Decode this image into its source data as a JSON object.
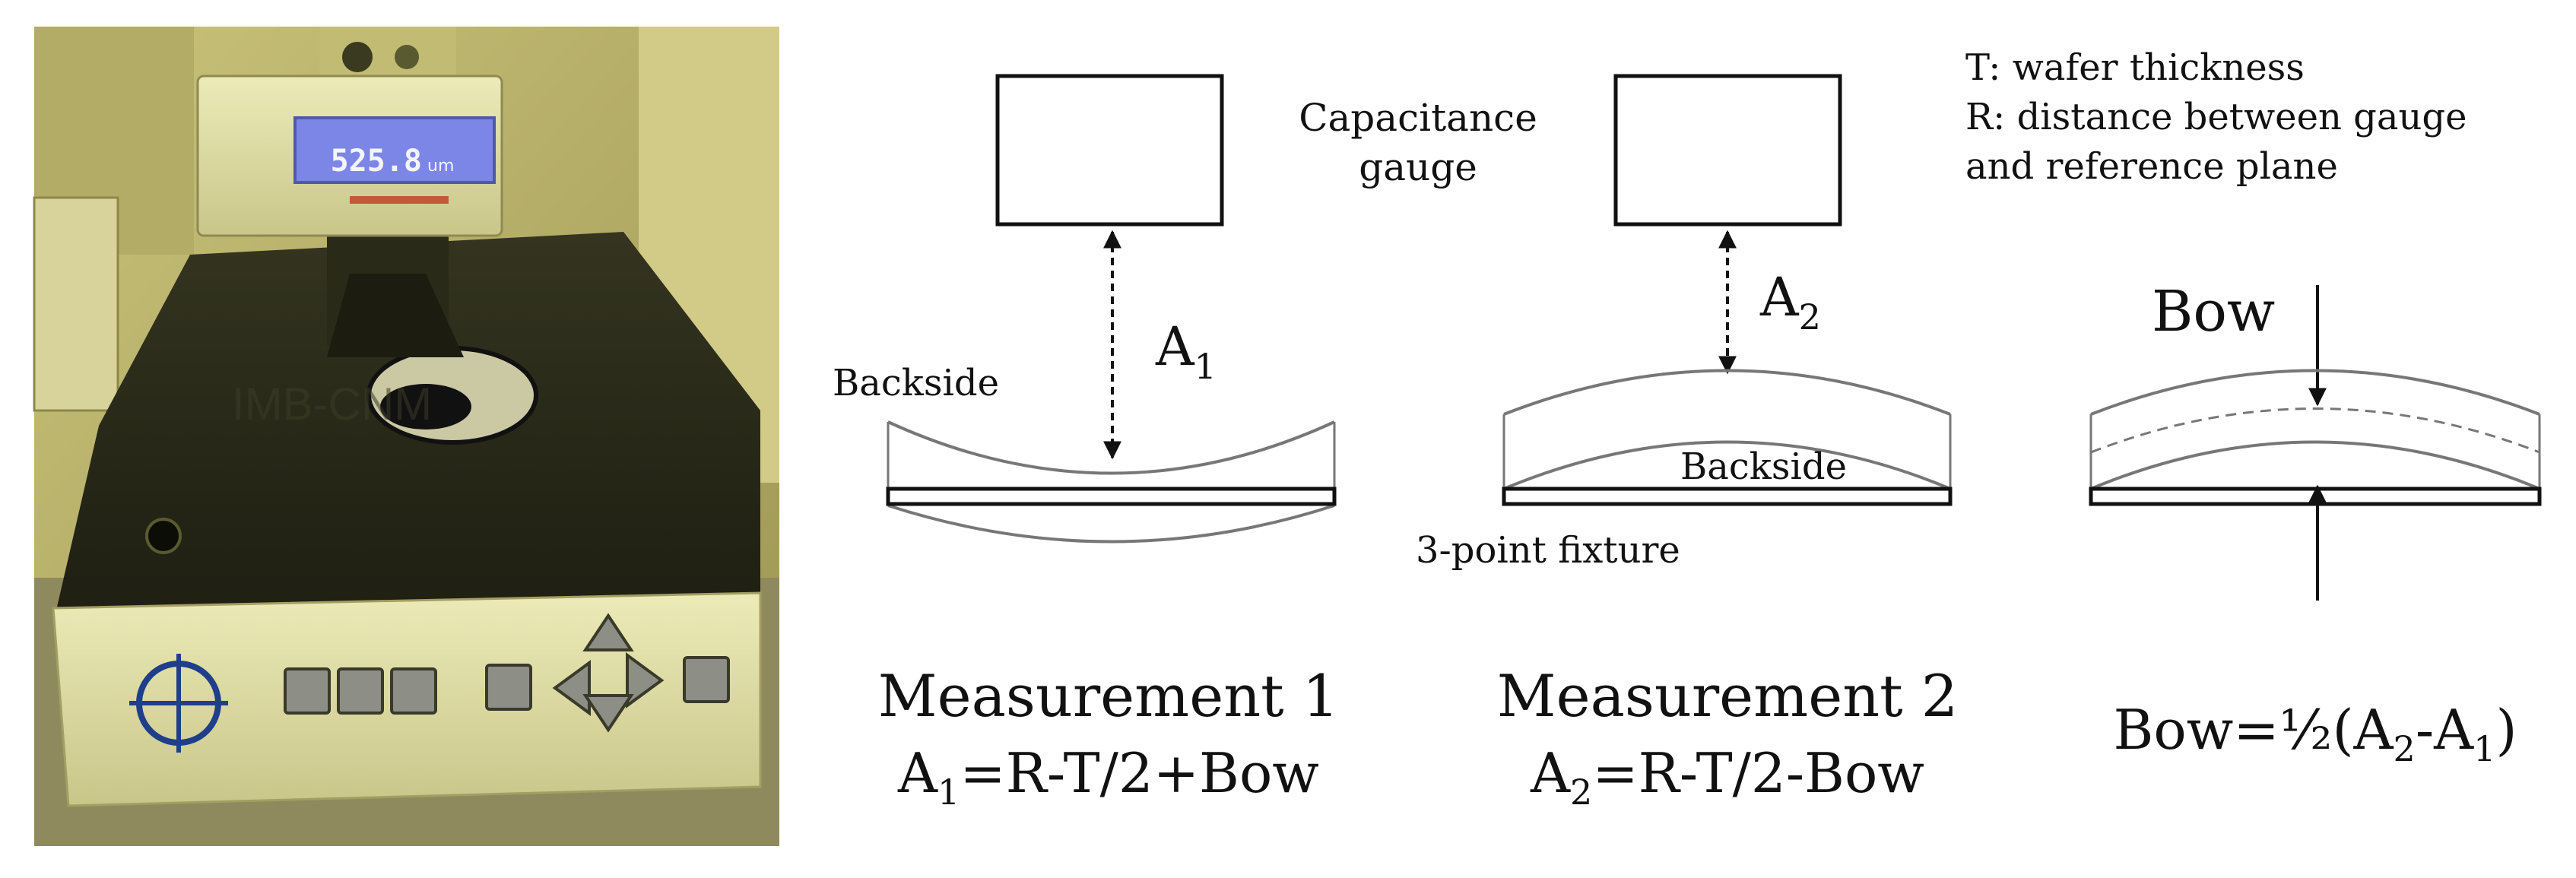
{
  "photo": {
    "lcd_reading": "525.8",
    "lcd_unit": "um",
    "watermark": "IMB-CNM"
  },
  "legend": {
    "line1": "T: wafer thickness",
    "line2": "R: distance between gauge",
    "line3": "and reference plane"
  },
  "gauge_label": {
    "line1": "Capacitance",
    "line2": "gauge"
  },
  "panel1": {
    "distance_letter": "A",
    "distance_sub": "1",
    "side_label": "Backside",
    "title": "Measurement 1",
    "eq_a": "A",
    "eq_a_sub": "1",
    "eq_rest": "=R-T/2+Bow"
  },
  "panel2": {
    "distance_letter": "A",
    "distance_sub": "2",
    "side_label": "Backside",
    "fixture_label": "3-point fixture",
    "title": "Measurement 2",
    "eq_a": "A",
    "eq_a_sub": "2",
    "eq_rest": "=R-T/2-Bow"
  },
  "panel3": {
    "bow_label": "Bow",
    "eq_prefix": "Bow=½(A",
    "eq_sub1": "2",
    "eq_mid": "-A",
    "eq_sub2": "1",
    "eq_suffix": ")"
  },
  "colors": {
    "stroke": "#111111",
    "wafer_curve": "#777777",
    "lcd_screen": "#7c86e6",
    "photo_base": "#5a5a24"
  }
}
